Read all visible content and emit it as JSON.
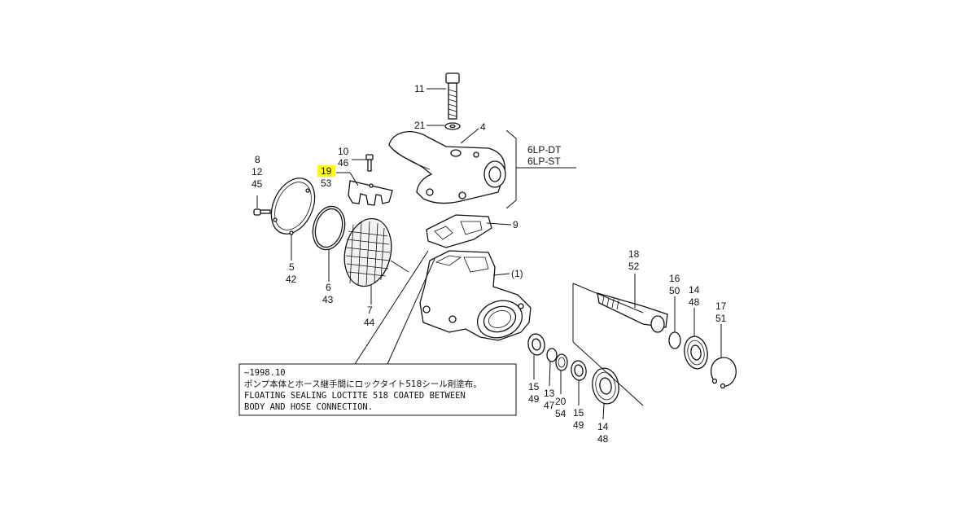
{
  "callouts": {
    "c11": "11",
    "c21": "21",
    "c4": "4",
    "c10_46": [
      "10",
      "46"
    ],
    "c19_53": [
      "19",
      "53"
    ],
    "c8_12_45": [
      "8",
      "12",
      "45"
    ],
    "c9": "9",
    "c1": "(1)",
    "c5_42": [
      "5",
      "42"
    ],
    "c6_43": [
      "6",
      "43"
    ],
    "c7_44": [
      "7",
      "44"
    ],
    "c18_52": [
      "18",
      "52"
    ],
    "c16_50": [
      "16",
      "50"
    ],
    "c14_48a": [
      "14",
      "48"
    ],
    "c17_51": [
      "17",
      "51"
    ],
    "c15_49a": [
      "15",
      "49"
    ],
    "c13_47": [
      "13",
      "47"
    ],
    "c20_54": [
      "20",
      "54"
    ],
    "c15_49b": [
      "15",
      "49"
    ],
    "c14_48b": [
      "14",
      "48"
    ]
  },
  "models": [
    "6LP-DT",
    "6LP-ST"
  ],
  "note": {
    "lines": [
      "~1998.10",
      "ポンプ本体とホース継手間にロックタイト518シール剤塗布。",
      "FLOATING SEALING LOCTITE 518 COATED BETWEEN",
      "BODY AND HOSE CONNECTION."
    ]
  },
  "colors": {
    "highlight": "#ffff00",
    "line": "#111111",
    "background": "#ffffff"
  }
}
